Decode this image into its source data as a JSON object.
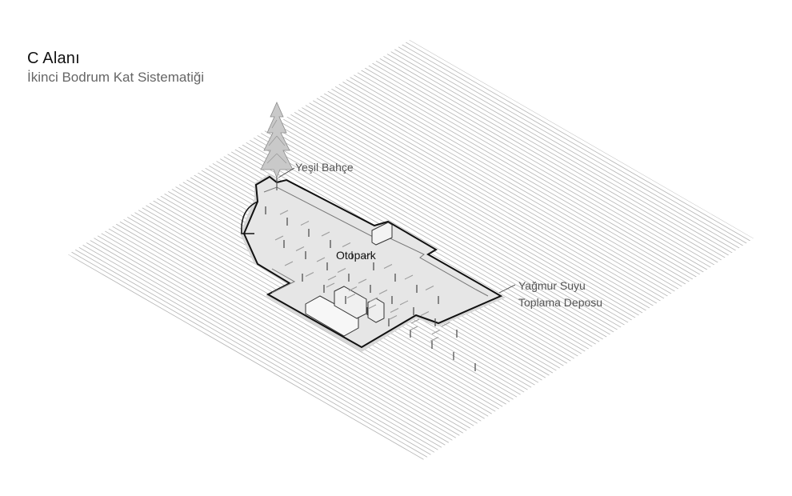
{
  "header": {
    "title": "C Alanı",
    "subtitle": "İkinci Bodrum Kat Sistematiği"
  },
  "labels": {
    "garden": "Yeşil Bahçe",
    "parking": "Otopark",
    "rain_tank_line1": "Yağmur Suyu",
    "rain_tank_line2": "Toplama Deposu"
  },
  "colors": {
    "hatch": "#b4b4b4",
    "floor": "#e4e4e4",
    "outline": "#111111",
    "title": "#111111",
    "subtitle": "#666666"
  }
}
